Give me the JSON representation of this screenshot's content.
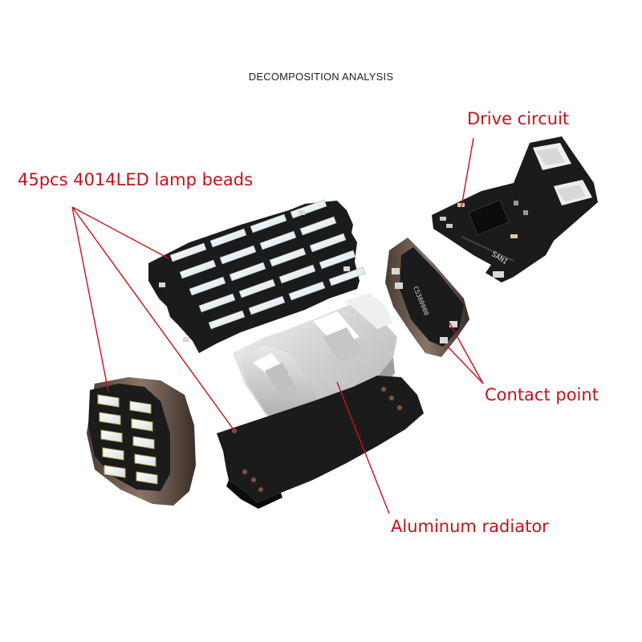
{
  "diagram": {
    "title": "DECOMPOSITION ANALYSIS",
    "callouts": {
      "drive_circuit": "Drive circuit",
      "lamp_beads": "45pcs 4014LED lamp beads",
      "contact_point": "Contact point",
      "aluminum_radiator": "Aluminum radiator"
    },
    "board_marks": {
      "drive_board": "SANI",
      "side_board": "C5300000"
    },
    "colors": {
      "callout_text": "#c8101a",
      "leader_line": "#c8101a",
      "pcb": "#1b1b1b",
      "led": "#f4f7f9",
      "aluminum": "#d9d9d9"
    }
  }
}
